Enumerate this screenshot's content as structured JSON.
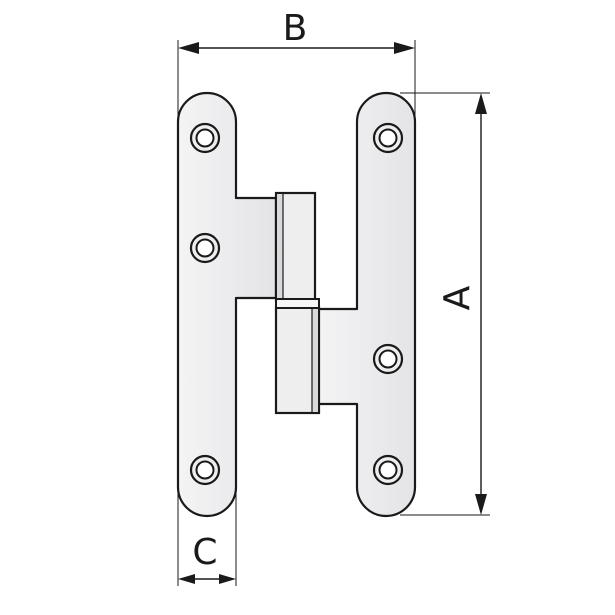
{
  "dimensions": {
    "width_label": "B",
    "height_label": "A",
    "leaf_width_label": "C"
  },
  "colors": {
    "leaf_fill": "#eeeeef",
    "outline": "#1a1a1a",
    "background": "#ffffff"
  }
}
